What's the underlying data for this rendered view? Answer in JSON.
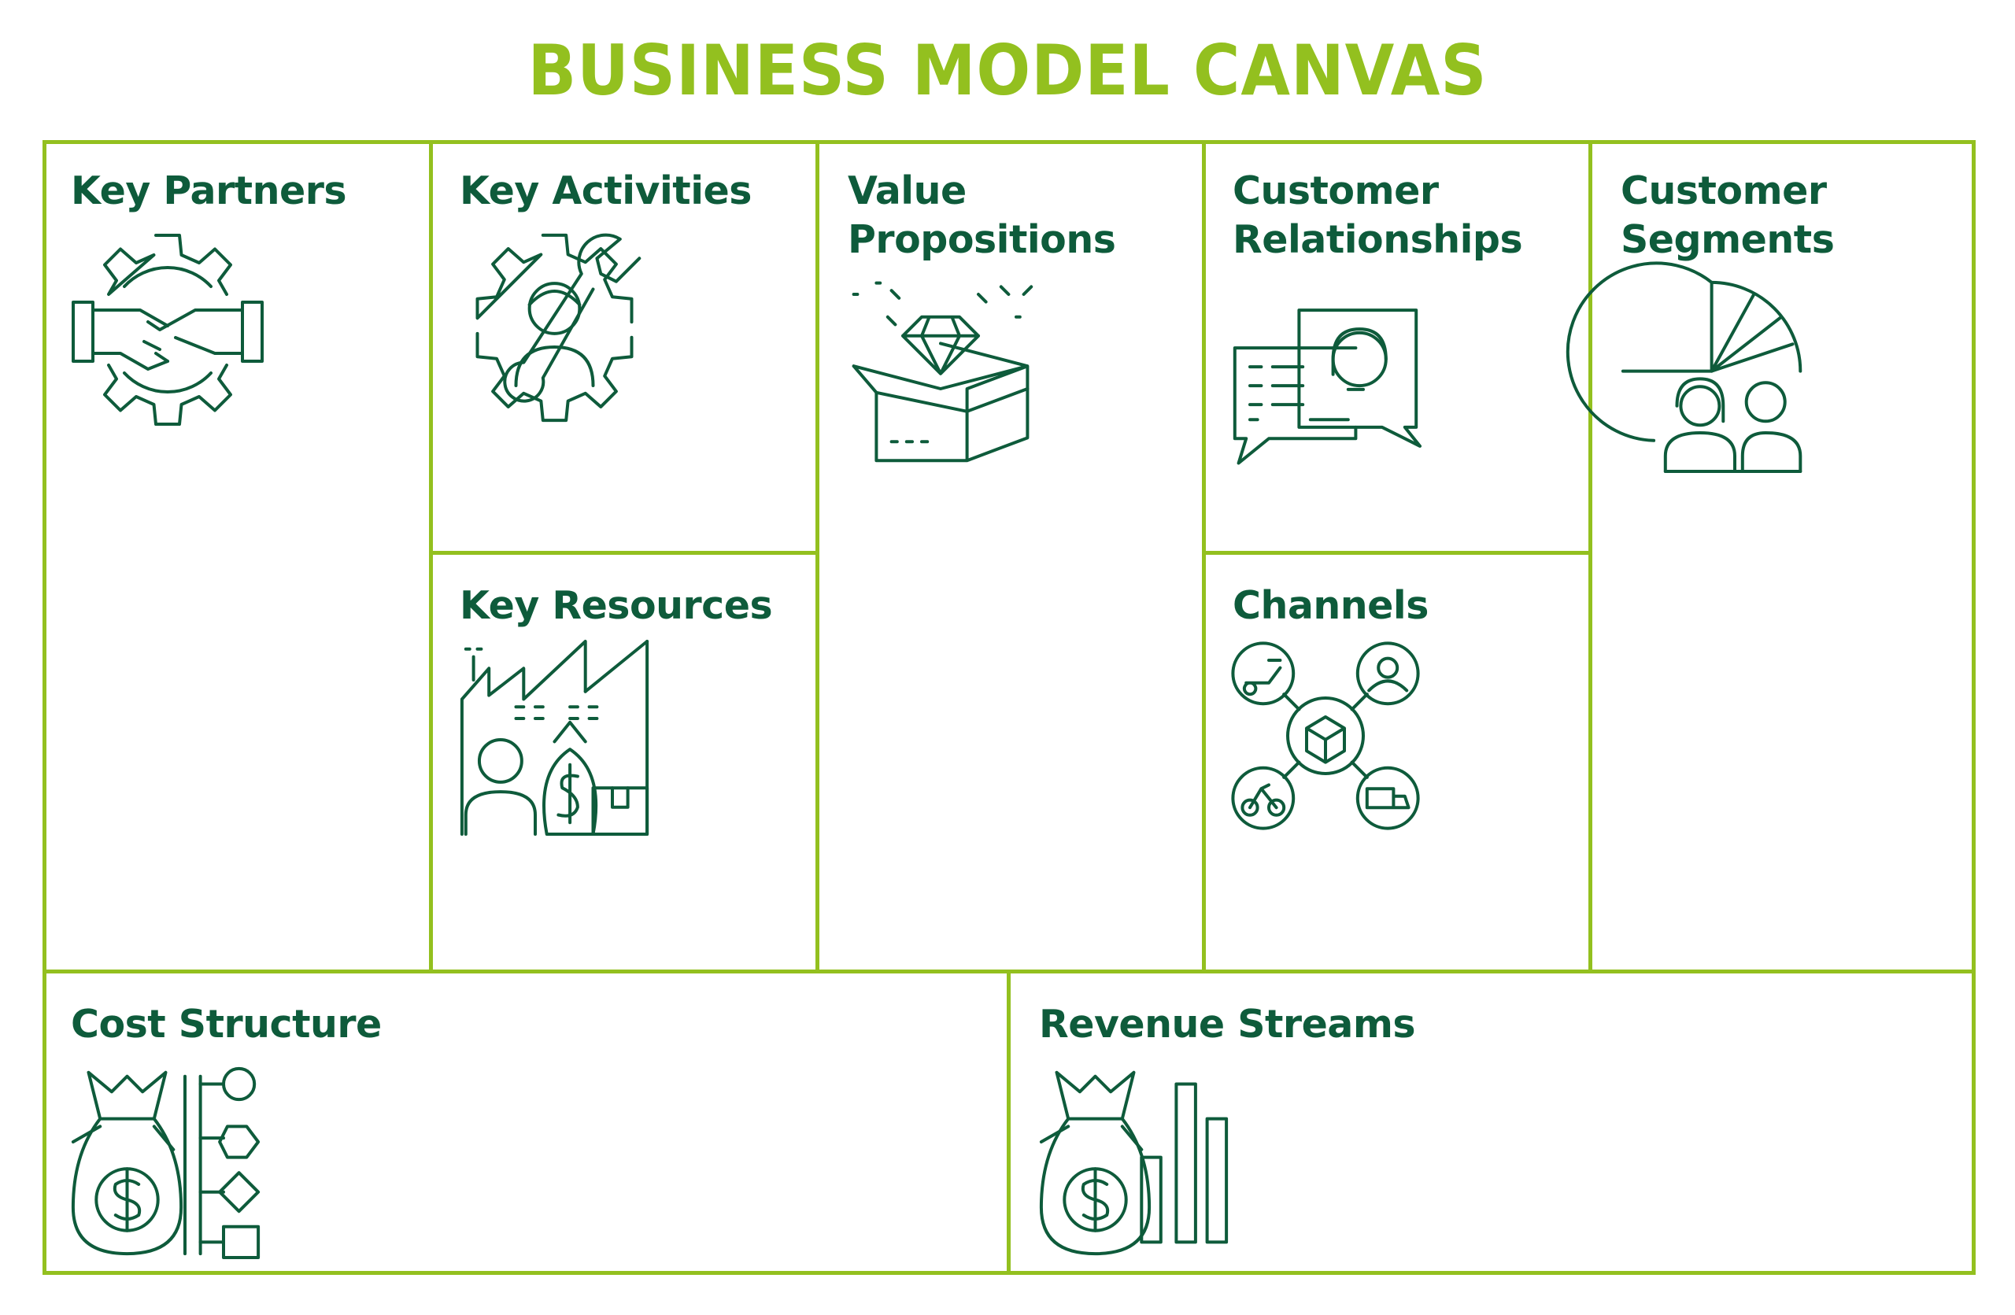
{
  "title": "BUSINESS MODEL CANVAS",
  "colors": {
    "title": "#93c01f",
    "border": "#93c01f",
    "label": "#0e5b3b",
    "icon": "#0e5b3b"
  },
  "blocks": {
    "key_partners": {
      "label": "Key Partners",
      "icon": "handshake-gear-icon"
    },
    "key_activities": {
      "label": "Key Activities",
      "icon": "gear-wrench-person-icon"
    },
    "key_resources": {
      "label": "Key Resources",
      "icon": "factory-person-money-icon"
    },
    "value_propositions": {
      "label": "Value\nPropositions",
      "icon": "diamond-box-icon"
    },
    "customer_relationships": {
      "label": "Customer\nRelationships",
      "icon": "chat-support-icon"
    },
    "channels": {
      "label": "Channels",
      "icon": "delivery-network-icon"
    },
    "customer_segments": {
      "label": "Customer\nSegments",
      "icon": "pie-chart-people-icon"
    },
    "cost_structure": {
      "label": "Cost Structure",
      "icon": "money-bag-flowchart-icon"
    },
    "revenue_streams": {
      "label": "Revenue Streams",
      "icon": "money-bag-bars-icon"
    }
  }
}
